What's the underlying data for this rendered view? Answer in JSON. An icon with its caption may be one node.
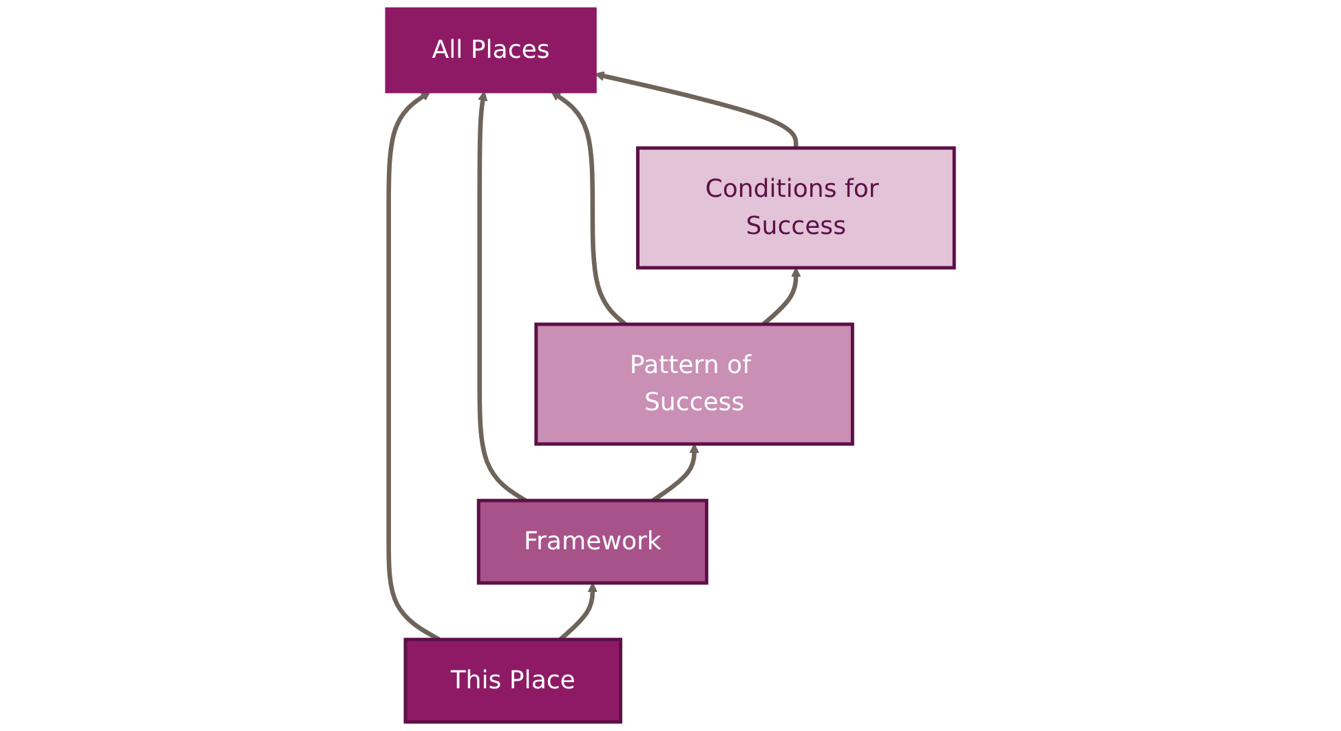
{
  "diagram": {
    "nodes": [
      {
        "text": [
          "Conditions for Success"
        ]
      },
      {
        "text": [
          "Pattern of Success"
        ]
      },
      {
        "text": [
          "Framework"
        ]
      },
      {
        "text": [
          "This Place"
        ]
      },
      {
        "text": [
          "All Places"
        ]
      }
    ],
    "edges": [
      {
        "from": 3,
        "to": 2,
        "arrow": "to"
      },
      {
        "from": 2,
        "to": 1,
        "arrow": "to"
      },
      {
        "from": 1,
        "to": 0,
        "arrow": "to"
      },
      {
        "from": 3,
        "to": 4,
        "arrow": "to"
      },
      {
        "from": 2,
        "to": 4,
        "arrow": "to"
      },
      {
        "from": 1,
        "to": 4,
        "arrow": "to"
      },
      {
        "from": 0,
        "to": 4,
        "arrow": "to"
      }
    ]
  }
}
